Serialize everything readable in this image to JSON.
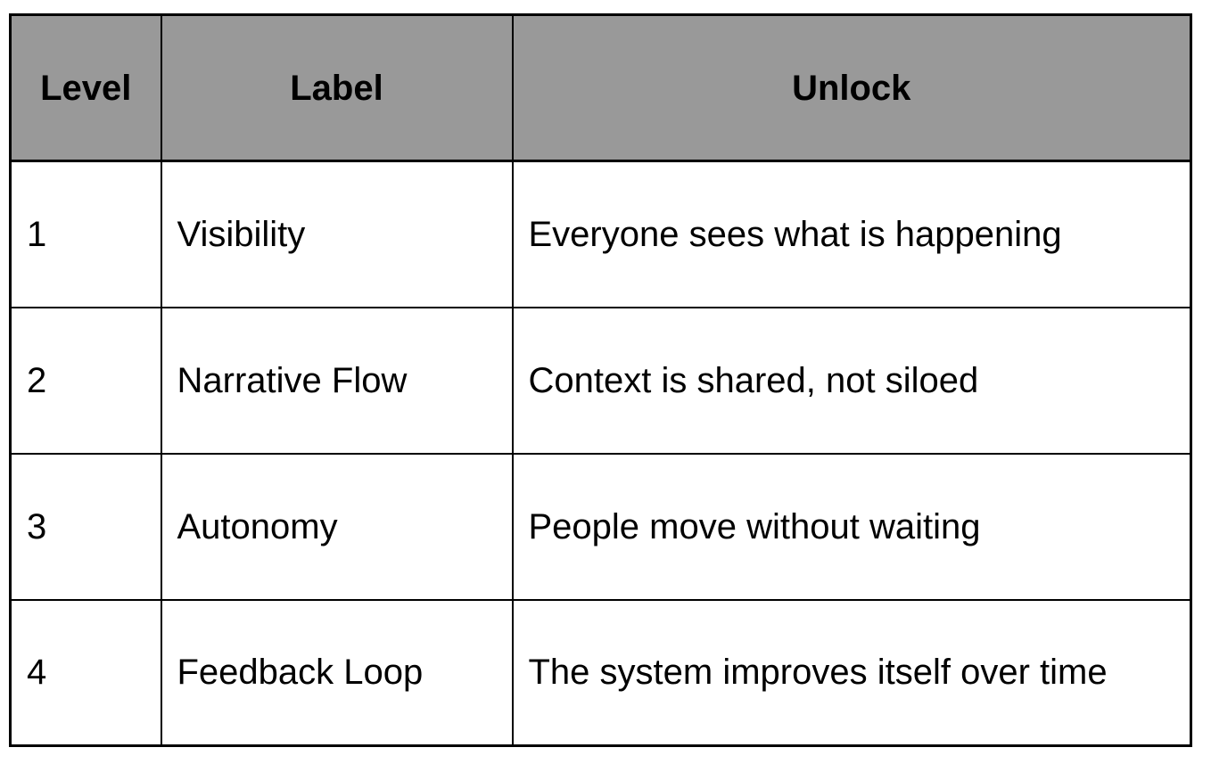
{
  "table": {
    "columns": [
      "Level",
      "Label",
      "Unlock"
    ],
    "rows": [
      {
        "level": "1",
        "label": "Visibility",
        "unlock": "Everyone sees what is happening"
      },
      {
        "level": "2",
        "label": "Narrative Flow",
        "unlock": "Context is shared, not siloed"
      },
      {
        "level": "3",
        "label": "Autonomy",
        "unlock": "People move without waiting"
      },
      {
        "level": "4",
        "label": "Feedback Loop",
        "unlock": "The system improves itself over time"
      }
    ],
    "colors": {
      "header_background": "#999999",
      "border": "#000000",
      "text": "#000000",
      "body_background": "#ffffff"
    }
  }
}
